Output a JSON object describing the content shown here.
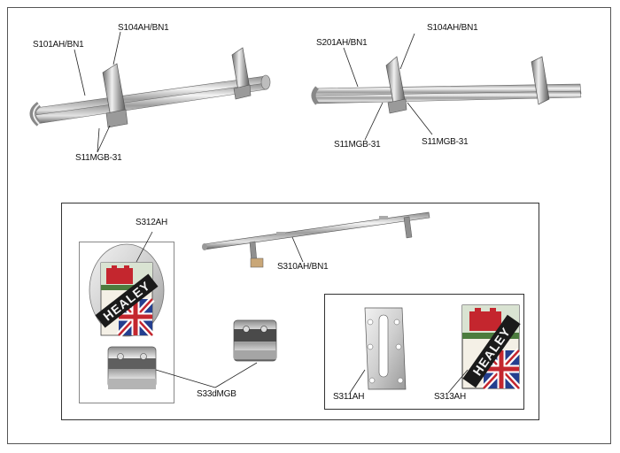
{
  "labels": {
    "s104_left": "S104AH/BN1",
    "s101": "S101AH/BN1",
    "s11_left": "S11MGB-31",
    "s201": "S201AH/BN1",
    "s104_right": "S104AH/BN1",
    "s11_right_a": "S11MGB-31",
    "s11_right_b": "S11MGB-31",
    "s312": "S312AH",
    "s310": "S310AH/BN1",
    "s33": "S33dMGB",
    "s311": "S311AH",
    "s313": "S313AH"
  },
  "logo_text": "HEALEY",
  "colors": {
    "chrome": "#c9c9c9",
    "chrome_dark": "#6f6f6f",
    "badge_red": "#c4262e",
    "badge_blue": "#243f8f",
    "badge_green": "#4c7c3e"
  }
}
